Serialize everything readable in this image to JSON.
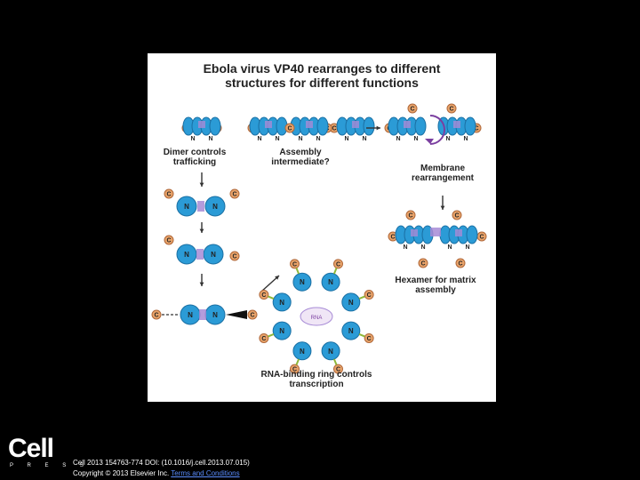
{
  "figure": {
    "title_line1": "Ebola virus VP40 rearranges to different",
    "title_line2": "structures for different functions",
    "labels": {
      "dimer": "Dimer controls trafficking",
      "assembly": "Assembly intermediate?",
      "membrane": "Membrane rearrangement",
      "hexamer": "Hexamer for matrix assembly",
      "ring": "RNA-binding ring controls transcription"
    },
    "domain_letters": {
      "n": "N",
      "c": "C",
      "rna": "RNA"
    }
  },
  "publisher": {
    "logo_word": "Cell",
    "logo_sub": "P R E S S"
  },
  "citation": {
    "line1": "Cell 2013 154763-774 DOI: (10.1016/j.cell.2013.07.015)",
    "copyright": "Copyright © 2013 Elsevier Inc.",
    "link_text": "Terms and Conditions"
  },
  "colors": {
    "background": "#000000",
    "figure_background": "#ffffff",
    "n_domain": "#2b9bd6",
    "n_domain_dark": "#1a6fa3",
    "c_domain": "#e8a36a",
    "c_domain_stroke": "#b0683a",
    "linker": "#8fb83a",
    "interface": "#a78bd6",
    "arrow": "#7b3fa0",
    "text": "#222222",
    "link": "#5a8dff"
  }
}
